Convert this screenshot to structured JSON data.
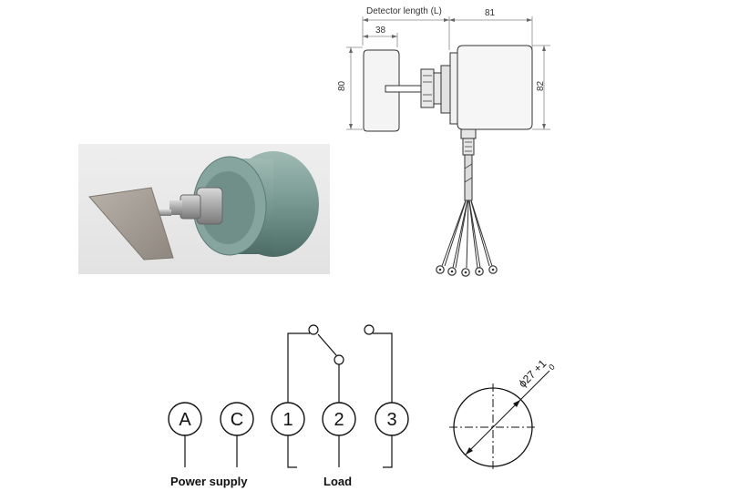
{
  "product_photo": {
    "icon": "rotary-paddle-level-switch-photo"
  },
  "dimension_drawing": {
    "detector_length_label": "Detector length (L)",
    "housing_length": "81",
    "paddle_width": "38",
    "paddle_height": "80",
    "housing_height": "82"
  },
  "wiring": {
    "terminals": [
      "A",
      "C",
      "1",
      "2",
      "3"
    ],
    "power_supply_label": "Power supply",
    "load_label": "Load"
  },
  "mounting_hole": {
    "diameter_label": "ϕ27 +1",
    "tolerance_lower": "0"
  }
}
